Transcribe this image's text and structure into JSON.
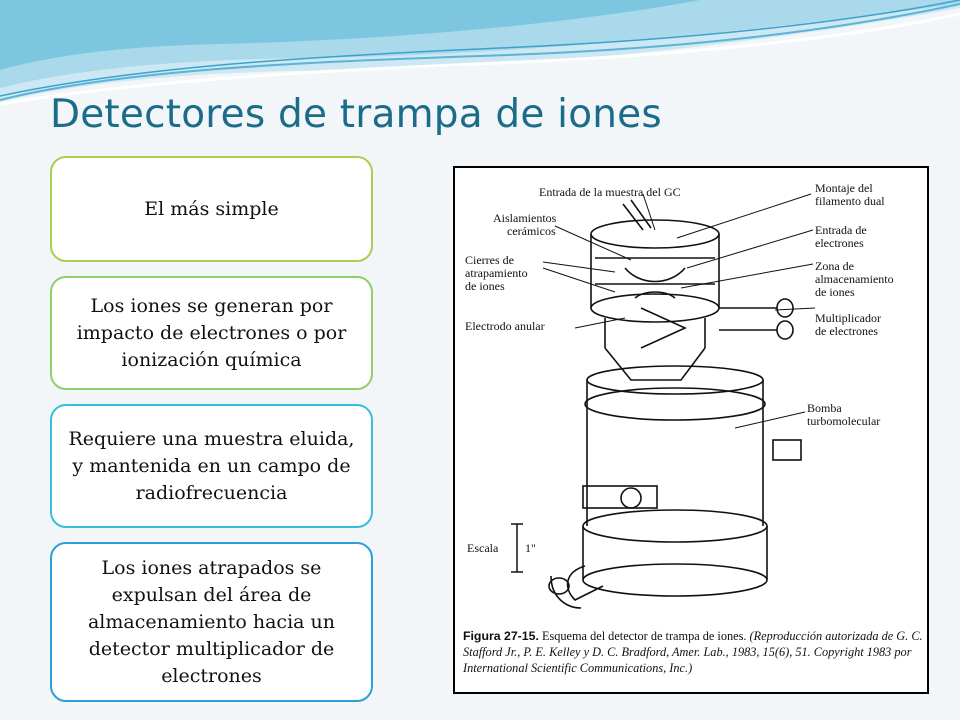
{
  "slide": {
    "title": "Detectores de trampa de iones",
    "points": [
      "El más simple",
      "Los iones se generan por impacto de electrones o por ionización química",
      "Requiere una muestra eluida, y mantenida en un campo de radiofrecuencia",
      "Los iones atrapados se expulsan del área de almacenamiento hacia un detector multiplicador de electrones"
    ],
    "colors": {
      "title": "#1b6c8b",
      "box1": "#a8cf4d",
      "box2": "#8ecf68",
      "box3": "#36bfdc",
      "box4": "#2aa0d8"
    }
  },
  "figure": {
    "labels": {
      "entrada_muestra": "Entrada de la muestra del GC",
      "aislamientos": "Aislamientos",
      "ceramicos": "cerámicos",
      "cierres1": "Cierres de",
      "cierres2": "atrapamiento",
      "cierres3": "de iones",
      "electrodo": "Electrodo anular",
      "montaje1": "Montaje del",
      "montaje2": "filamento dual",
      "entrada_e1": "Entrada de",
      "entrada_e2": "electrones",
      "zona1": "Zona de",
      "zona2": "almacenamiento",
      "zona3": "de iones",
      "multi1": "Multiplicador",
      "multi2": "de electrones",
      "bomba1": "Bomba",
      "bomba2": "turbomolecular",
      "escala": "Escala",
      "escala_val": "1\""
    },
    "caption": {
      "bold": "Figura 27-15.",
      "normal": "Esquema del detector de trampa de iones.",
      "italic": "(Reproducción autorizada de G. C. Stafford Jr., P. E. Kelley y D. C. Bradford, Amer. Lab., 1983, 15(6), 51. Copyright 1983 por International Scientific Communications, Inc.)"
    }
  }
}
